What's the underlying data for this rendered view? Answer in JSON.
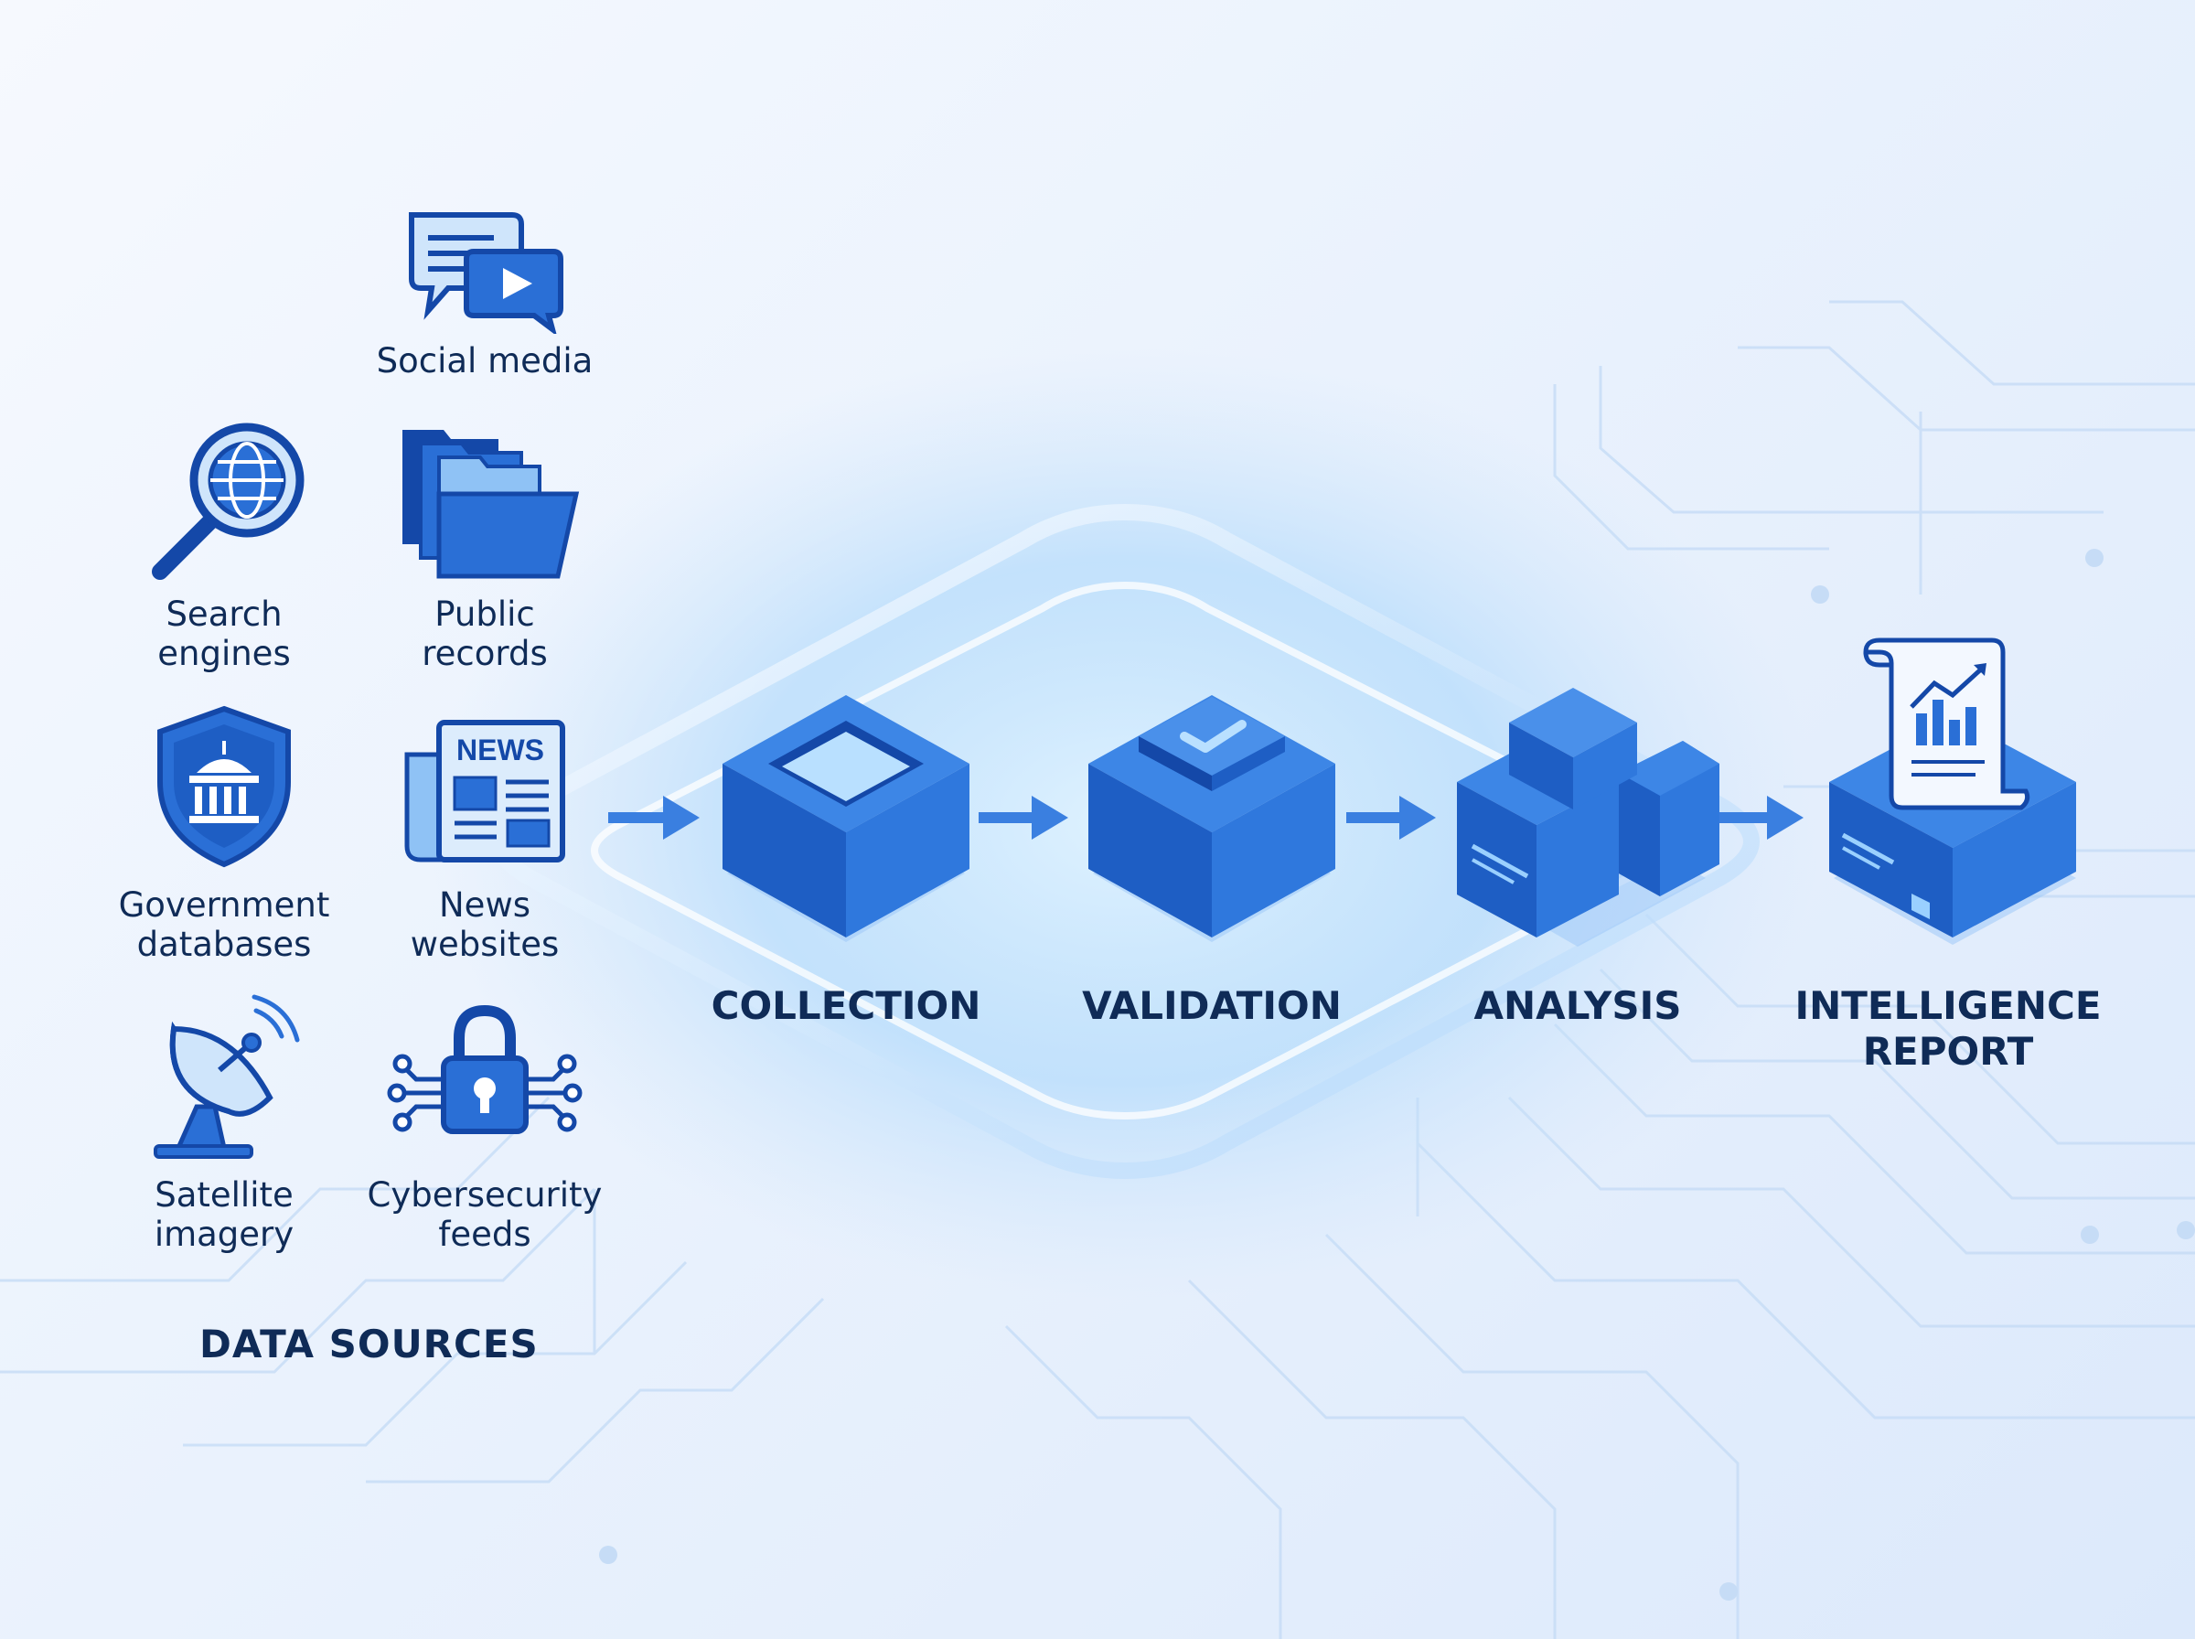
{
  "diagram": {
    "data_sources_title": "DATA SOURCES",
    "sources": [
      {
        "label": "Social media",
        "icon": "social-media-icon"
      },
      {
        "label": "Search\nengines",
        "icon": "search-globe-icon"
      },
      {
        "label": "Public\nrecords",
        "icon": "folders-icon"
      },
      {
        "label": "Government\ndatabases",
        "icon": "government-shield-icon"
      },
      {
        "label": "News\nwebsites",
        "icon": "newspaper-icon"
      },
      {
        "label": "Satellite\nimagery",
        "icon": "satellite-dish-icon"
      },
      {
        "label": "Cybersecurity\nfeeds",
        "icon": "padlock-network-icon"
      }
    ],
    "news_badge": "NEWS",
    "stages": [
      {
        "label": "COLLECTION",
        "icon": "collection-box-icon"
      },
      {
        "label": "VALIDATION",
        "icon": "validation-box-icon"
      },
      {
        "label": "ANALYSIS",
        "icon": "analysis-blocks-icon"
      },
      {
        "label": "INTELLIGENCE\nREPORT",
        "icon": "report-server-icon"
      }
    ],
    "colors": {
      "text": "#0f2b57",
      "icon_primary": "#2a6fd6",
      "icon_dark": "#1448a8",
      "icon_light": "#8fc2f5",
      "arrow": "#3a7fe0"
    }
  }
}
